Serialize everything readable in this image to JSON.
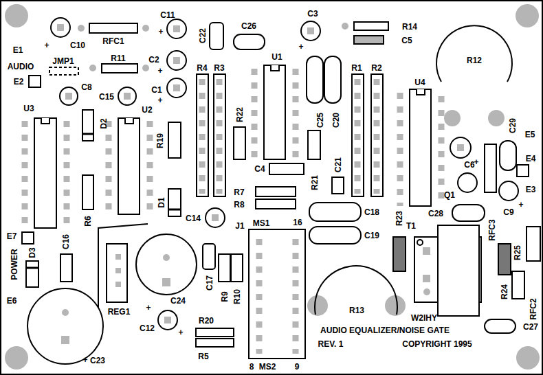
{
  "diagram": {
    "labels": [
      "E1",
      "AUDIO",
      "E2",
      "JMP1",
      "C10",
      "RFC1",
      "C11",
      "R11",
      "C2",
      "C1",
      "C8",
      "C15",
      "D2",
      "U3",
      "U2",
      "C22",
      "C26",
      "R4",
      "R3",
      "U1",
      "C3",
      "R14",
      "C5",
      "R1",
      "R2",
      "R22",
      "C25",
      "C20",
      "R12",
      "U4",
      "C29",
      "E5",
      "E4",
      "E3",
      "C6",
      "Q1",
      "C9",
      "RFC3",
      "C28",
      "R19",
      "R6",
      "D1",
      "C4",
      "C21",
      "R21",
      "R7",
      "R8",
      "C14",
      "J1",
      "MS1",
      "16",
      "C18",
      "C19",
      "R23",
      "T1",
      "R25",
      "RFC2",
      "R24",
      "C27",
      "E7",
      "POWER",
      "D3",
      "C16",
      "E6",
      "REG1",
      "C24",
      "C17",
      "R9",
      "R10",
      "C23",
      "C12",
      "R20",
      "R5",
      "8",
      "MS2",
      "9",
      "R13",
      "W2IHY",
      "AUDIO EQUALIZER/NOISE GATE",
      "REV. 1",
      "COPYRIGHT 1995",
      "+",
      "+",
      "+",
      "+",
      "+",
      "+",
      "+",
      "+",
      "+",
      "+"
    ]
  }
}
